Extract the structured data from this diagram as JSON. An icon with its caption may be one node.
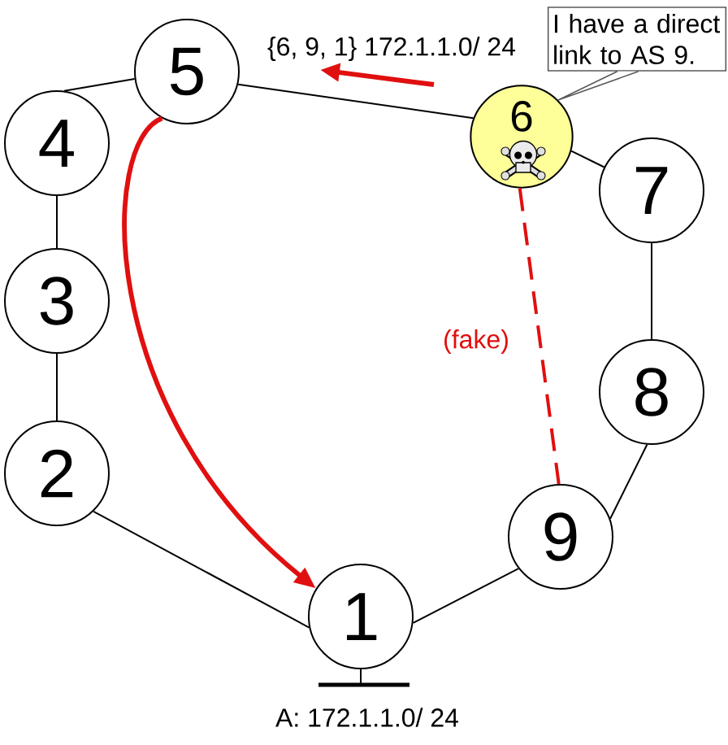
{
  "diagram": {
    "nodes": [
      {
        "text": [
          "1"
        ],
        "beside": [
          "A: 172.1.1.0/ 24"
        ]
      },
      {
        "text": [
          "2"
        ]
      },
      {
        "text": [
          "3"
        ]
      },
      {
        "text": [
          "4"
        ]
      },
      {
        "text": [
          "5"
        ]
      },
      {
        "text": [
          "6"
        ]
      },
      {
        "text": [
          "7"
        ]
      },
      {
        "text": [
          "8"
        ]
      },
      {
        "text": [
          "9"
        ]
      },
      {
        "text": [
          "I have a direct link to AS 9."
        ]
      }
    ],
    "edges": [
      {
        "from": 4,
        "to": 3,
        "arrow": "none"
      },
      {
        "from": 3,
        "to": 2,
        "arrow": "none"
      },
      {
        "from": 2,
        "to": 1,
        "arrow": "none"
      },
      {
        "from": 1,
        "to": 0,
        "arrow": "none"
      },
      {
        "from": 0,
        "to": 8,
        "arrow": "none"
      },
      {
        "from": 8,
        "to": 7,
        "arrow": "none"
      },
      {
        "from": 7,
        "to": 6,
        "arrow": "none"
      },
      {
        "from": 6,
        "to": 5,
        "arrow": "none"
      },
      {
        "from": 5,
        "to": 4,
        "arrow": "none"
      },
      {
        "from": 5,
        "to": 8,
        "arrow": "none",
        "label": "(fake)",
        "style": "dashed",
        "color": "#e01010"
      },
      {
        "from": 4,
        "to": 0,
        "arrow": "to",
        "style": "thick",
        "color": "#e01010"
      },
      {
        "from": 9,
        "to": 5,
        "arrow": "none"
      }
    ],
    "labels": [
      "{6, 9, 1} 172.1.1.0/ 24"
    ]
  }
}
